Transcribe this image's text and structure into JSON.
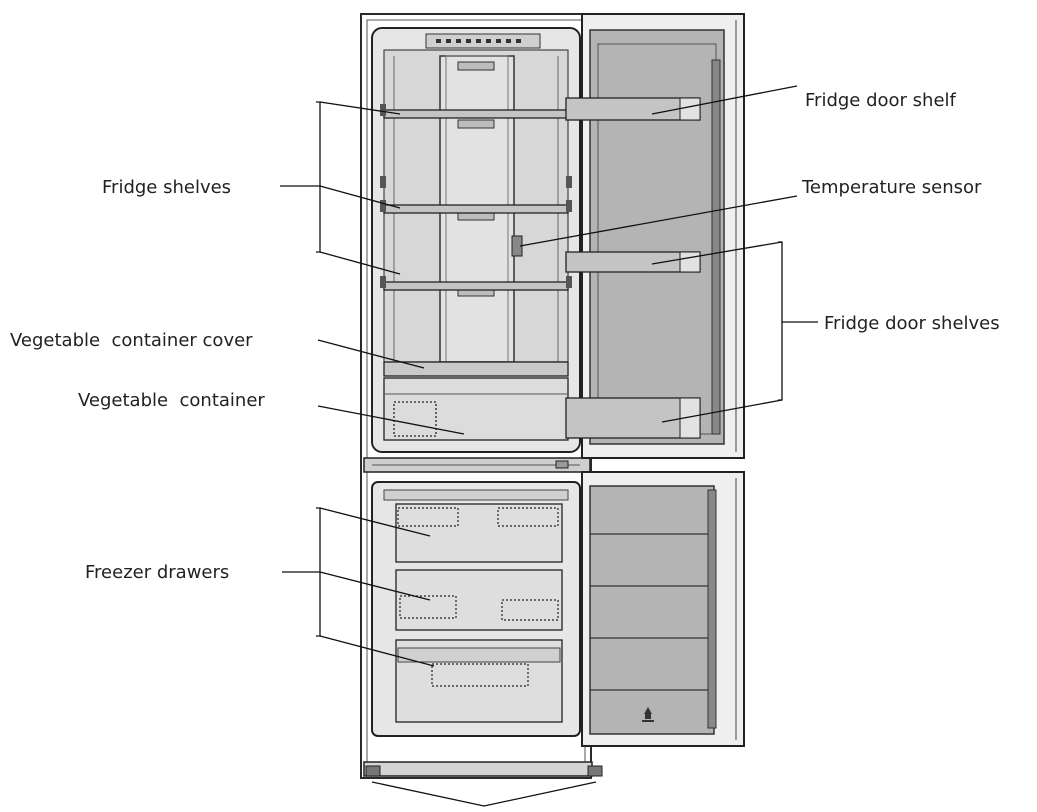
{
  "labels": {
    "fridge_door_shelf": "Fridge door shelf",
    "fridge_shelves": "Fridge shelves",
    "temperature_sensor": "Temperature sensor",
    "fridge_door_shelves": "Fridge door shelves",
    "vegetable_container_cover": "Vegetable  container cover",
    "vegetable_container": "Vegetable  container",
    "freezer_drawers": "Freezer drawers"
  },
  "colors": {
    "line": "#111111",
    "text": "#222222",
    "cabinet_panel": "#d7d7d7",
    "door_panel": "#b4b4b4",
    "shelf": "#c4c4c4"
  }
}
